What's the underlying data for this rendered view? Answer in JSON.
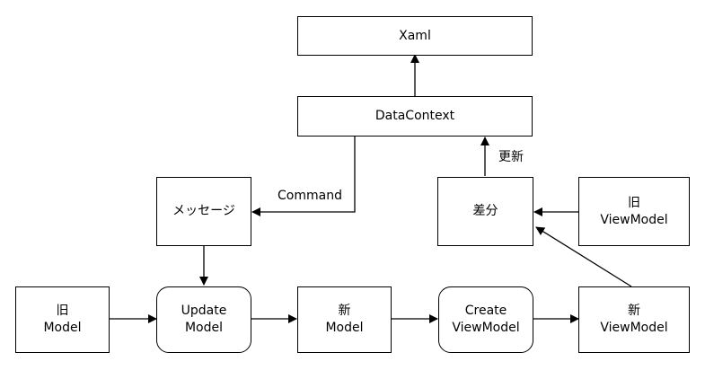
{
  "nodes": {
    "xaml": {
      "line1": "Xaml"
    },
    "datacontext": {
      "line1": "DataContext"
    },
    "message": {
      "line1": "メッセージ"
    },
    "diff": {
      "line1": "差分"
    },
    "old_viewmodel": {
      "line1": "旧",
      "line2": "ViewModel"
    },
    "old_model": {
      "line1": "旧",
      "line2": "Model"
    },
    "update_model": {
      "line1": "Update",
      "line2": "Model"
    },
    "new_model": {
      "line1": "新",
      "line2": "Model"
    },
    "create_viewmodel": {
      "line1": "Create",
      "line2": "ViewModel"
    },
    "new_viewmodel": {
      "line1": "新",
      "line2": "ViewModel"
    }
  },
  "edges": {
    "command_label": "Command",
    "update_label": "更新"
  }
}
